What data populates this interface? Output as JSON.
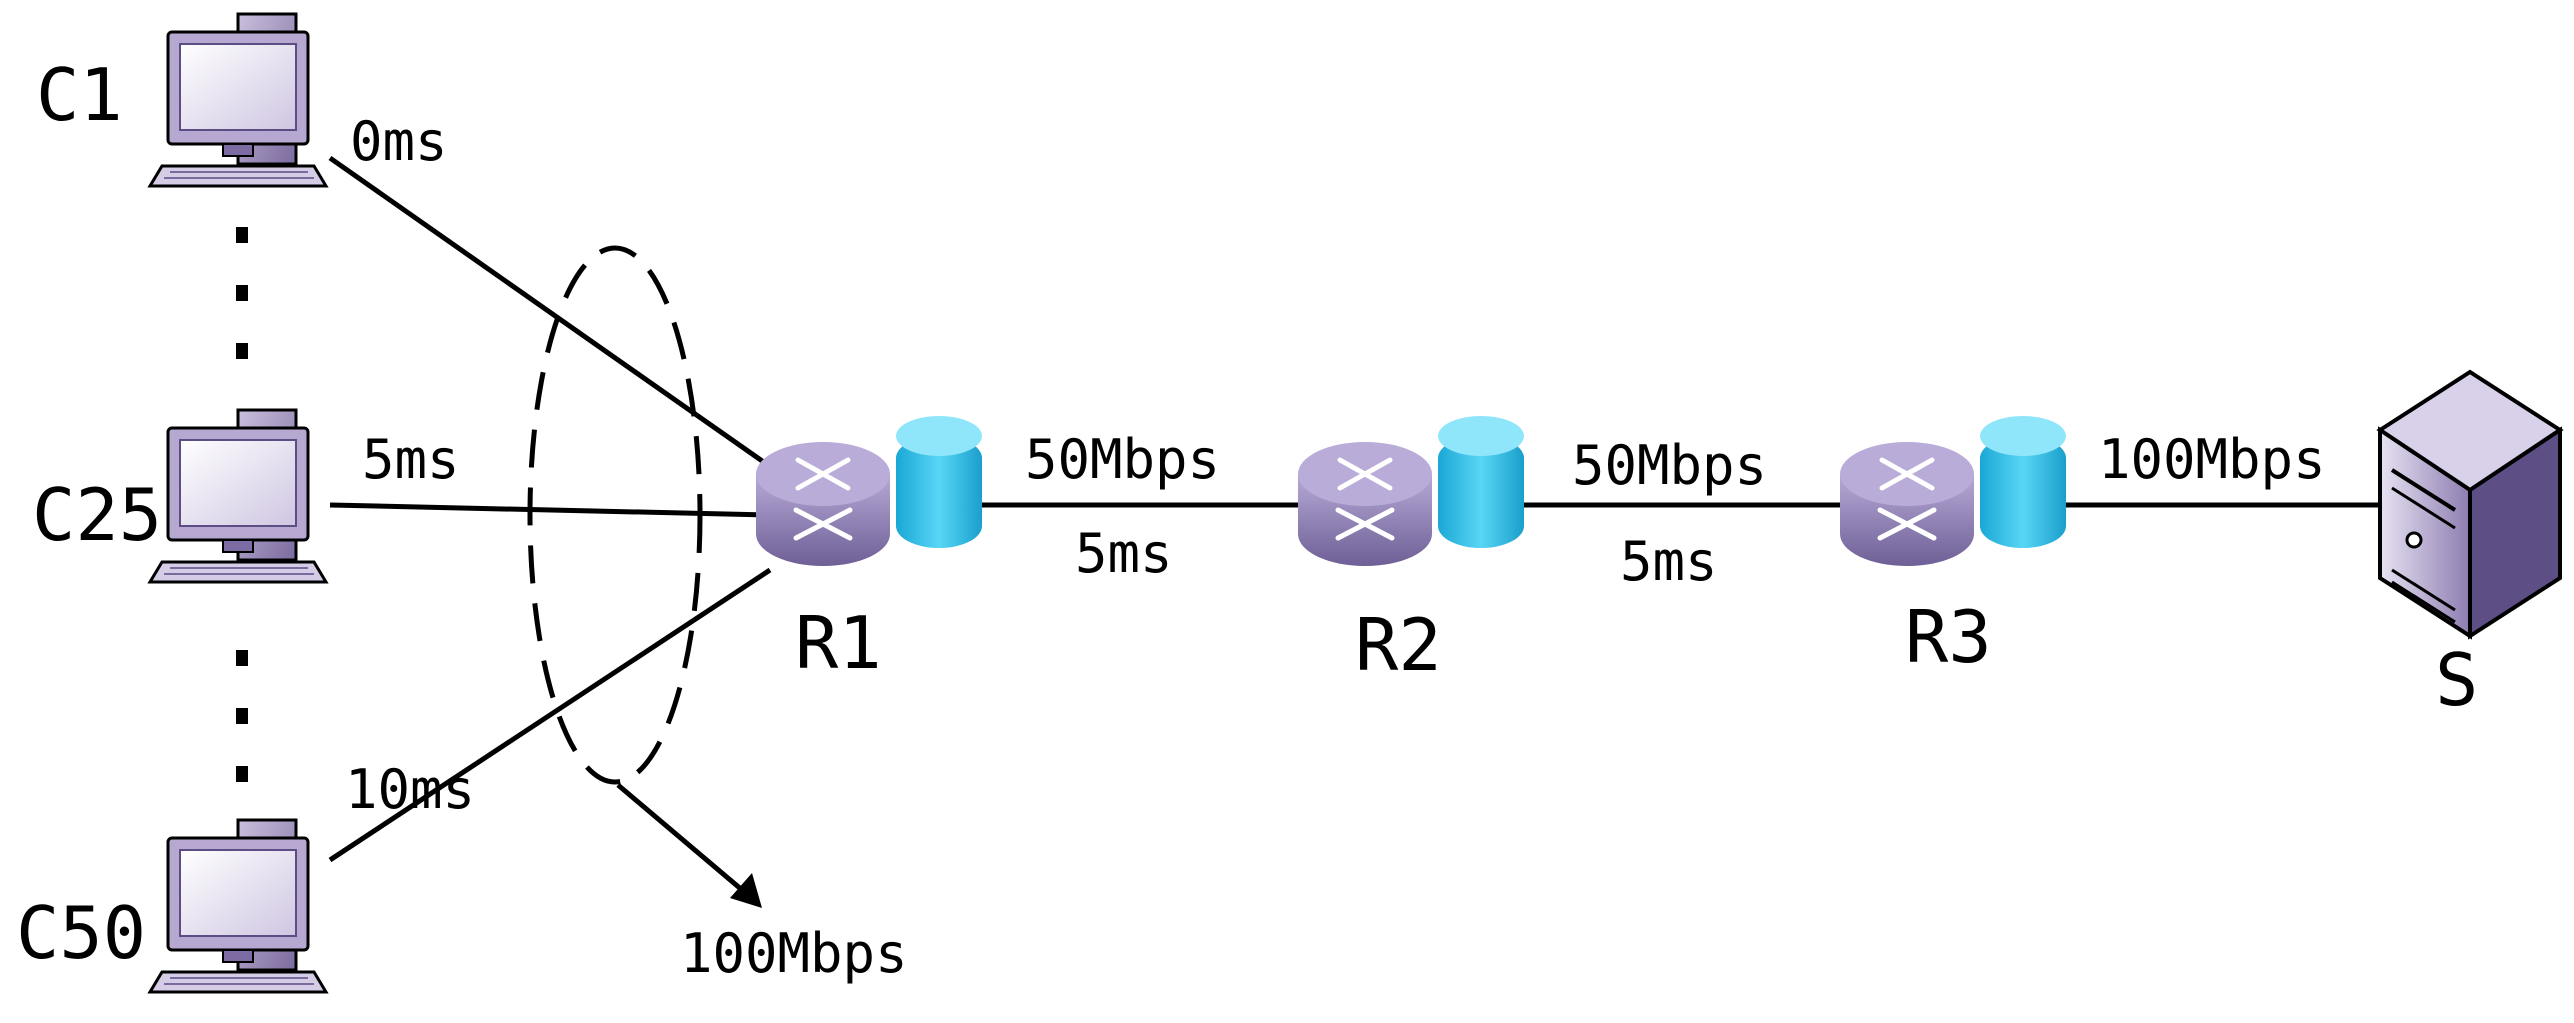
{
  "clients": {
    "c1": "C1",
    "c25": "C25",
    "c50": "C50"
  },
  "routers": {
    "r1": "R1",
    "r2": "R2",
    "r3": "R3"
  },
  "server": {
    "label": "S"
  },
  "links": {
    "c1_delay": "0ms",
    "c25_delay": "5ms",
    "c50_delay": "10ms",
    "access_bandwidth": "100Mbps",
    "r1_r2_bandwidth": "50Mbps",
    "r1_r2_delay": "5ms",
    "r2_r3_bandwidth": "50Mbps",
    "r2_r3_delay": "5ms",
    "r3_s_bandwidth": "100Mbps"
  },
  "colors": {
    "device_purple": "#9f8fbf",
    "device_purple_dark": "#6f5f93",
    "screen": "#e9e4f3",
    "router_body": "#8f7fb4",
    "router_disk": "#33c1e8"
  }
}
